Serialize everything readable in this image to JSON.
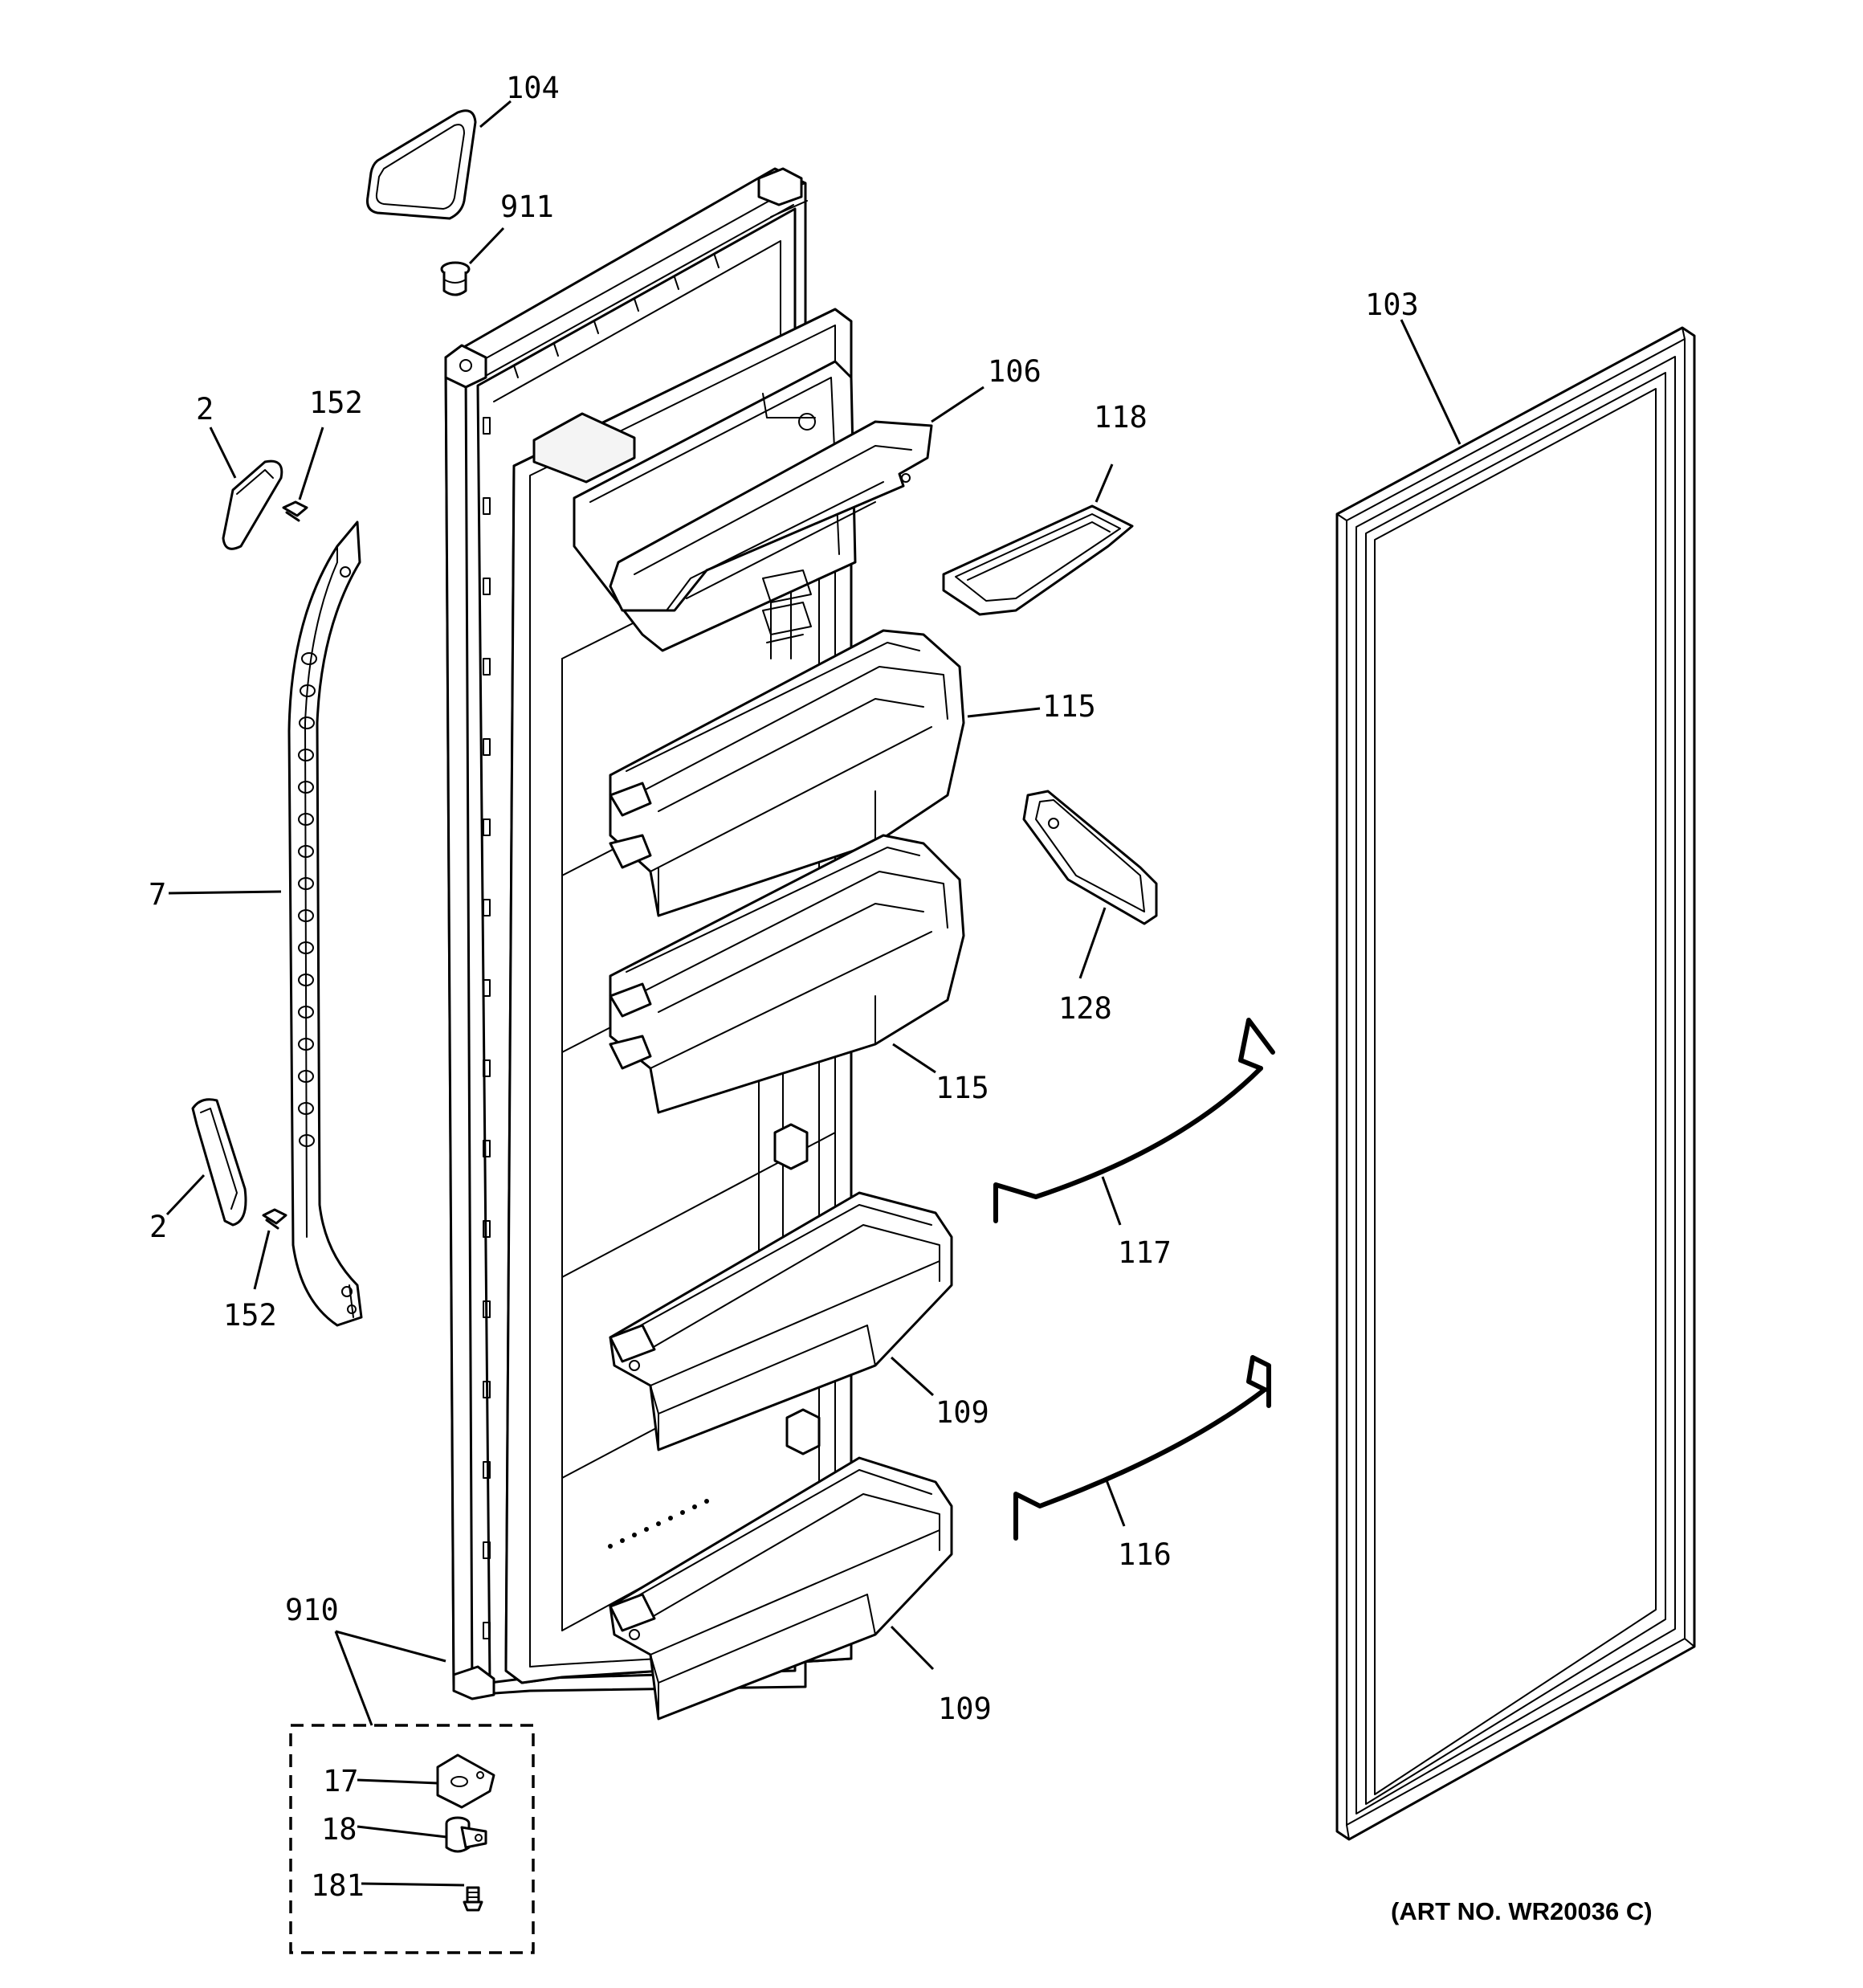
{
  "callouts": {
    "c104": "104",
    "c911": "911",
    "c103": "103",
    "c106": "106",
    "c118": "118",
    "c2_top": "2",
    "c152_top": "152",
    "c115_upper": "115",
    "c128": "128",
    "c7": "7",
    "c115_lower": "115",
    "c117": "117",
    "c2_bottom": "2",
    "c152_bottom": "152",
    "c109_upper": "109",
    "c116": "116",
    "c910": "910",
    "c109_lower": "109",
    "c17": "17",
    "c18": "18",
    "c181": "181"
  },
  "art_number": "(ART NO. WR20036 C)"
}
